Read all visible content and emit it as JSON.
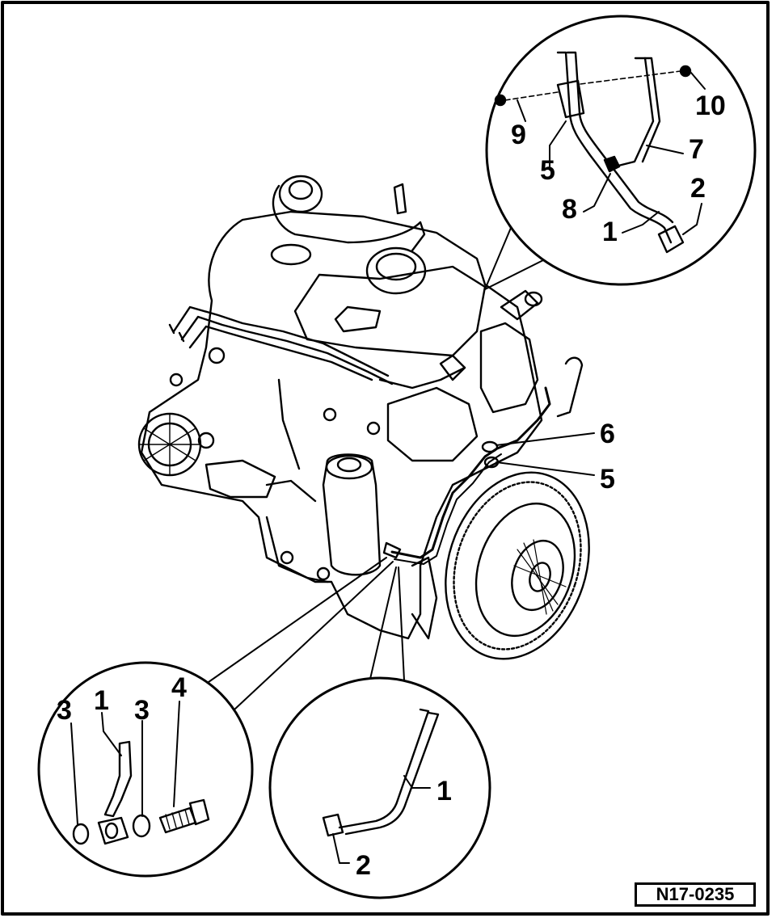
{
  "callouts": {
    "detail_top": [
      "1",
      "2",
      "5",
      "7",
      "8",
      "9",
      "10"
    ],
    "main": [
      "6",
      "5"
    ],
    "detail_bottom_left": [
      "3",
      "1",
      "3",
      "4"
    ],
    "detail_bottom_right": [
      "1",
      "2"
    ]
  },
  "reference": "N17-0235",
  "colors": {
    "ink": "#000000",
    "paper": "#ffffff"
  }
}
